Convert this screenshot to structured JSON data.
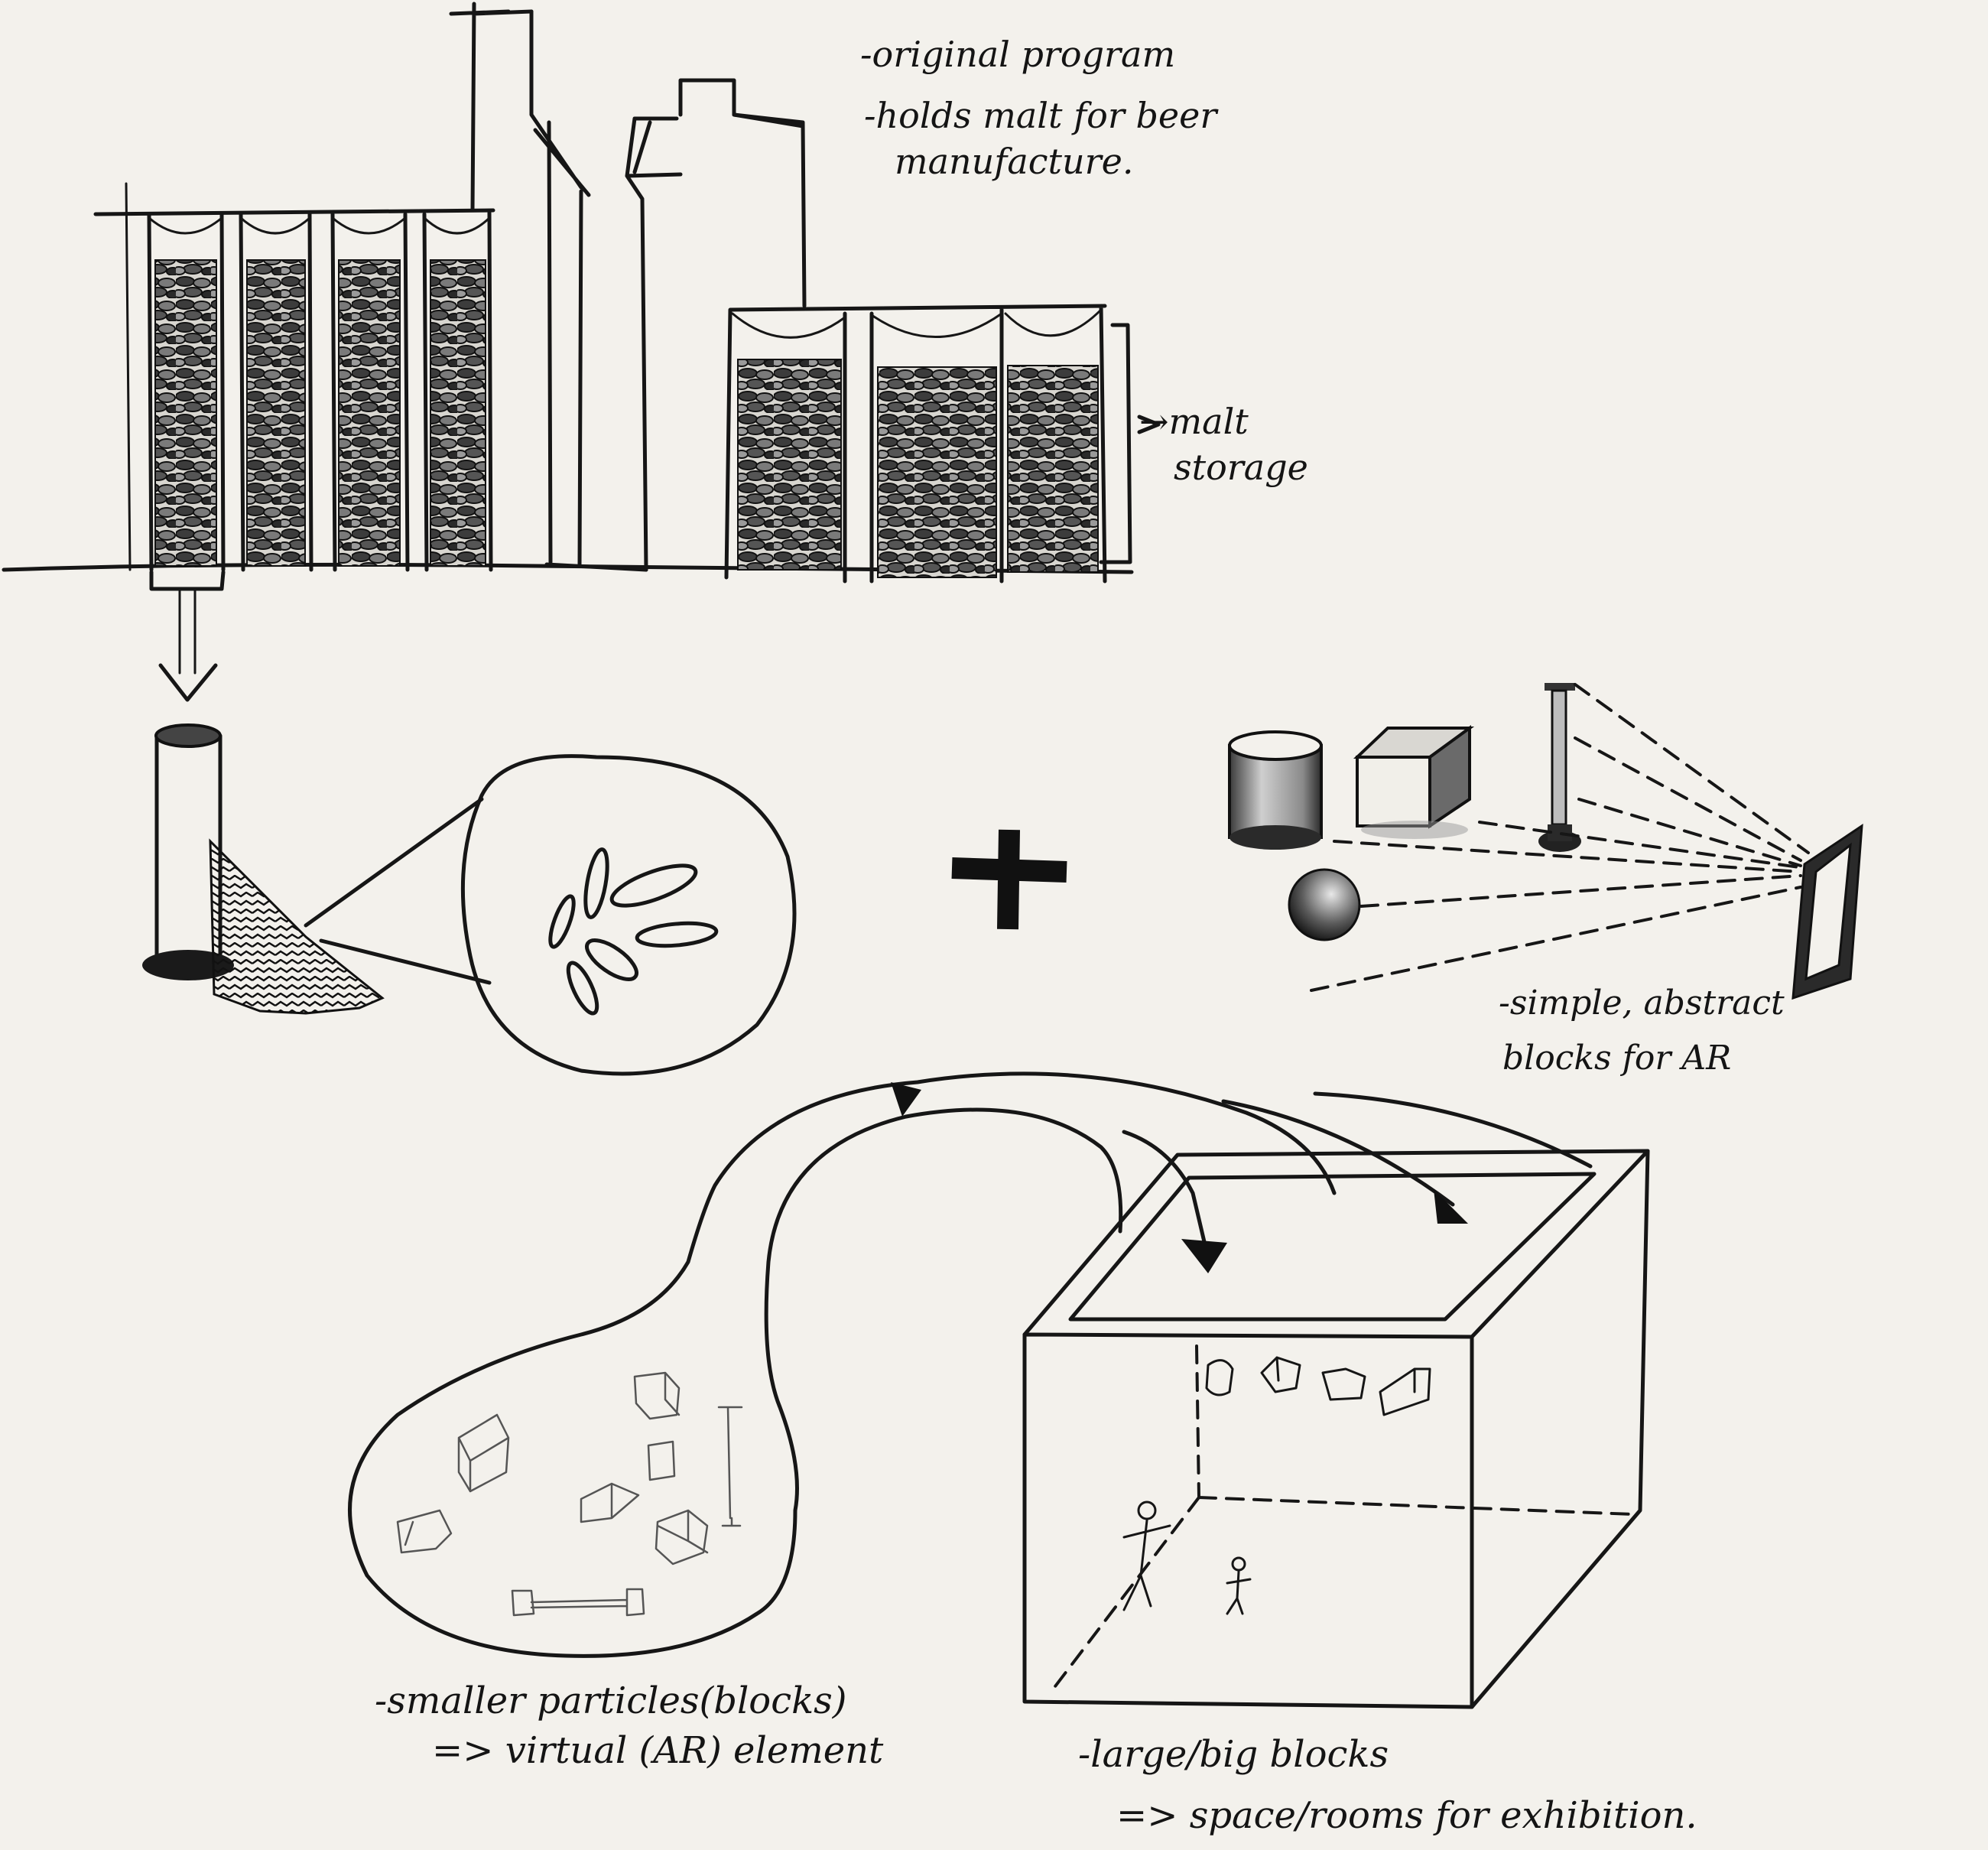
{
  "annotations": {
    "original_program": "-original program",
    "holds_malt_line1": "-holds malt for beer",
    "holds_malt_line2": "manufacture.",
    "malt_storage_line1": "→malt",
    "malt_storage_line2": "storage",
    "ar_blocks_line1": "-simple, abstract",
    "ar_blocks_line2": "blocks for AR",
    "particles_line1": "-smaller particles(blocks)",
    "particles_line2": "=> virtual (AR) element",
    "large_blocks_line1": "-large/big  blocks",
    "large_blocks_line2": "=> space/rooms for exhibition."
  },
  "colors": {
    "paper": "#f3f1ec",
    "ink": "#161616",
    "malt_fill": "#4a4a4a"
  }
}
